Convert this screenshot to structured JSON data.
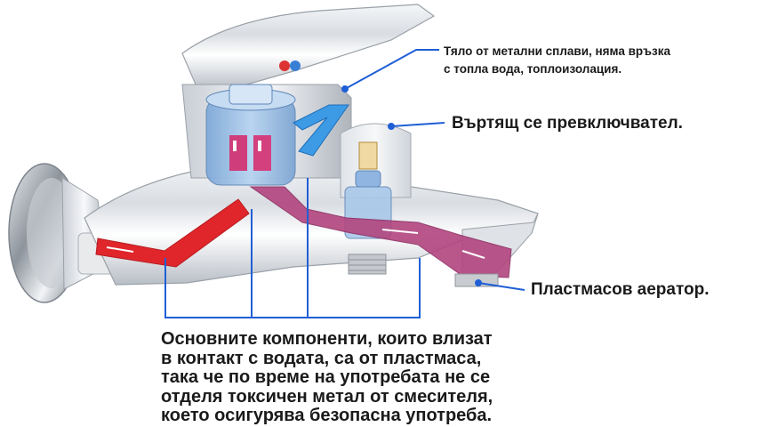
{
  "callouts": {
    "body": {
      "lines": [
        "Тяло от метални сплави, няма връзка",
        "с топла вода, топлоизолация."
      ]
    },
    "switch": {
      "text": "Въртящ се превключвател."
    },
    "aerator": {
      "text": "Пластмасов аератор."
    },
    "plastic": {
      "lines": [
        "Основните компоненти, които влизат",
        "в контакт с водата, са от пластмаса,",
        "така че по време на употребата не се",
        "отделя токсичен метал от смесителя,",
        "което осигурява безопасна употреба."
      ]
    }
  },
  "colors": {
    "leader_line": "#1f5fd6",
    "hot_flow": "#e0262b",
    "cold_flow": "#3d9be6",
    "mixed_flow": "#b2457f",
    "plastic_part": "#9ec2e8",
    "chrome": "#cfd4da"
  },
  "icons": [
    "faucet-illustration",
    "wall-flange",
    "lever-handle",
    "cartridge",
    "diverter-knob",
    "aerator"
  ]
}
